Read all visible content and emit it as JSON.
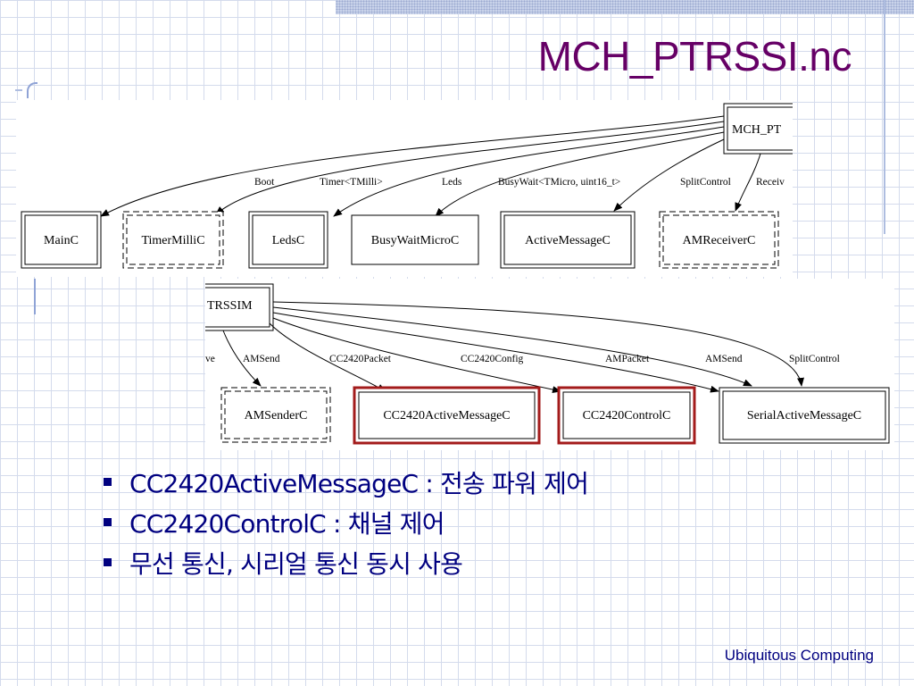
{
  "slide": {
    "title": "MCH_PTRSSI.nc",
    "footer": "Ubiquitous Computing",
    "bullets": [
      "CC2420ActiveMessageC : 전송 파워 제어",
      "CC2420ControlC : 채널 제어",
      "무선 통신, 시리얼 통신 동시 사용"
    ]
  },
  "diagram_top": {
    "source": "MCH_PT",
    "nodes": [
      "MainC",
      "TimerMilliC",
      "LedsC",
      "BusyWaitMicroC",
      "ActiveMessageC",
      "AMReceiverC"
    ],
    "edges": [
      "Boot",
      "Timer<TMilli>",
      "Leds",
      "BusyWait<TMicro, uint16_t>",
      "SplitControl",
      "Receiv"
    ]
  },
  "diagram_bottom": {
    "source": "TRSSIM",
    "nodes": [
      "AMSenderC",
      "CC2420ActiveMessageC",
      "CC2420ControlC",
      "SerialActiveMessageC"
    ],
    "edges": [
      "ve",
      "AMSend",
      "CC2420Packet",
      "CC2420Config",
      "AMPacket",
      "AMSend",
      "SplitControl"
    ]
  },
  "colors": {
    "title": "#660066",
    "text": "#000080",
    "highlight": "#a31b1b",
    "grid": "#d4dbec"
  }
}
